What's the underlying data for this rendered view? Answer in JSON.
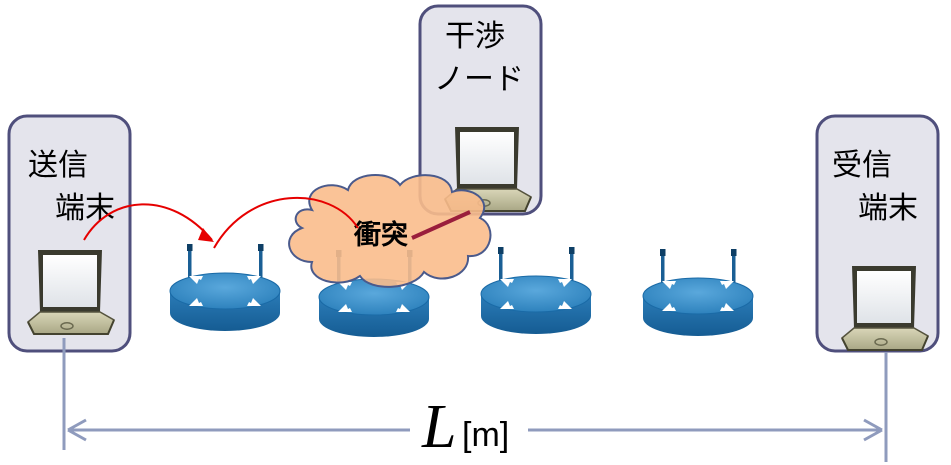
{
  "nodes": {
    "sender": {
      "line1": "送信",
      "line2": "端末"
    },
    "interferer": {
      "line1": "干渉",
      "line2": "ノード"
    },
    "receiver": {
      "line1": "受信",
      "line2": "端末"
    }
  },
  "collision_label": "衝突",
  "distance": {
    "symbol": "L",
    "unit": "[m]"
  },
  "router_count": 4,
  "colors": {
    "box_fill": "#e4e4ec",
    "box_stroke": "#4f4f7c",
    "cloud_fill": "#f9bc8c",
    "cloud_stroke": "#4a5a8c",
    "arrow_red": "#e60000",
    "interference_line": "#9a1e3c",
    "router_top": "#3a8cc2",
    "router_side": "#1a6aa6",
    "dimension_line": "#8f9bbd"
  }
}
